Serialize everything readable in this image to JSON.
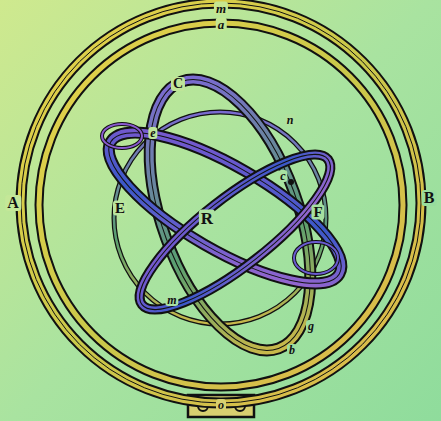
{
  "diagram": {
    "labels": [
      "m",
      "a",
      "C",
      "e",
      "n",
      "A",
      "E",
      "R",
      "c",
      "F",
      "B",
      "m",
      "g",
      "b",
      "o"
    ]
  }
}
